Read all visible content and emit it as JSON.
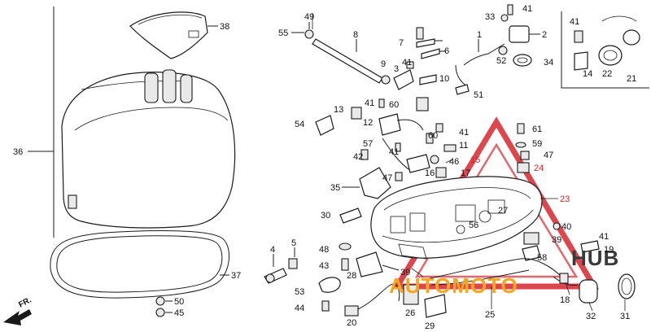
{
  "watermark": {
    "text_left": "AUTOMOTO",
    "text_right": "HUB",
    "color_main": "#f5a623",
    "color_accent": "#d7262d",
    "color_dark": "#3a3a3a"
  },
  "direction_label": "FR.",
  "parts": [
    {
      "label": "36"
    },
    {
      "label": "38"
    },
    {
      "label": "37"
    },
    {
      "label": "4"
    },
    {
      "label": "5"
    },
    {
      "label": "50"
    },
    {
      "label": "45"
    },
    {
      "label": "49"
    },
    {
      "label": "55"
    },
    {
      "label": "8"
    },
    {
      "label": "9"
    },
    {
      "label": "3"
    },
    {
      "label": "41"
    },
    {
      "label": "7"
    },
    {
      "label": "6"
    },
    {
      "label": "10"
    },
    {
      "label": "1"
    },
    {
      "label": "33"
    },
    {
      "label": "41"
    },
    {
      "label": "2"
    },
    {
      "label": "52"
    },
    {
      "label": "34"
    },
    {
      "label": "51"
    },
    {
      "label": "41"
    },
    {
      "label": "14"
    },
    {
      "label": "22"
    },
    {
      "label": "21"
    },
    {
      "label": "41"
    },
    {
      "label": "60"
    },
    {
      "label": "13"
    },
    {
      "label": "54"
    },
    {
      "label": "12"
    },
    {
      "label": "60"
    },
    {
      "label": "41"
    },
    {
      "label": "57"
    },
    {
      "label": "11"
    },
    {
      "label": "42"
    },
    {
      "label": "41"
    },
    {
      "label": "46"
    },
    {
      "label": "15"
    },
    {
      "label": "16"
    },
    {
      "label": "17"
    },
    {
      "label": "61"
    },
    {
      "label": "59"
    },
    {
      "label": "47"
    },
    {
      "label": "24"
    },
    {
      "label": "47"
    },
    {
      "label": "35"
    },
    {
      "label": "23"
    },
    {
      "label": "30"
    },
    {
      "label": "56"
    },
    {
      "label": "27"
    },
    {
      "label": "40"
    },
    {
      "label": "39"
    },
    {
      "label": "41"
    },
    {
      "label": "19"
    },
    {
      "label": "48"
    },
    {
      "label": "43"
    },
    {
      "label": "28"
    },
    {
      "label": "39"
    },
    {
      "label": "58"
    },
    {
      "label": "53"
    },
    {
      "label": "44"
    },
    {
      "label": "20"
    },
    {
      "label": "26"
    },
    {
      "label": "29"
    },
    {
      "label": "25"
    },
    {
      "label": "18"
    },
    {
      "label": "32"
    },
    {
      "label": "31"
    }
  ]
}
